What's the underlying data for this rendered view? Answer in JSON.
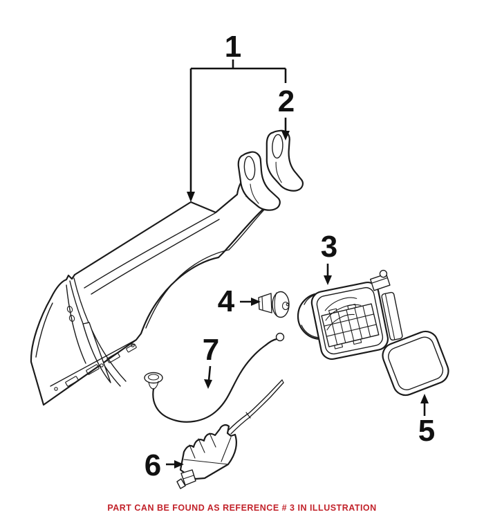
{
  "page": {
    "background_color": "#ffffff"
  },
  "illustration": {
    "type": "auto-parts-line-diagram",
    "line_color": "#1b1b1b",
    "label_color": "#111111",
    "callouts": {
      "c1": "1",
      "c2": "2",
      "c3": "3",
      "c4": "4",
      "c5": "5",
      "c6": "6",
      "c7": "7"
    }
  },
  "footer": {
    "text": "PART CAN BE FOUND AS REFERENCE # 3 IN ILLUSTRATION",
    "color": "#c2222a"
  }
}
